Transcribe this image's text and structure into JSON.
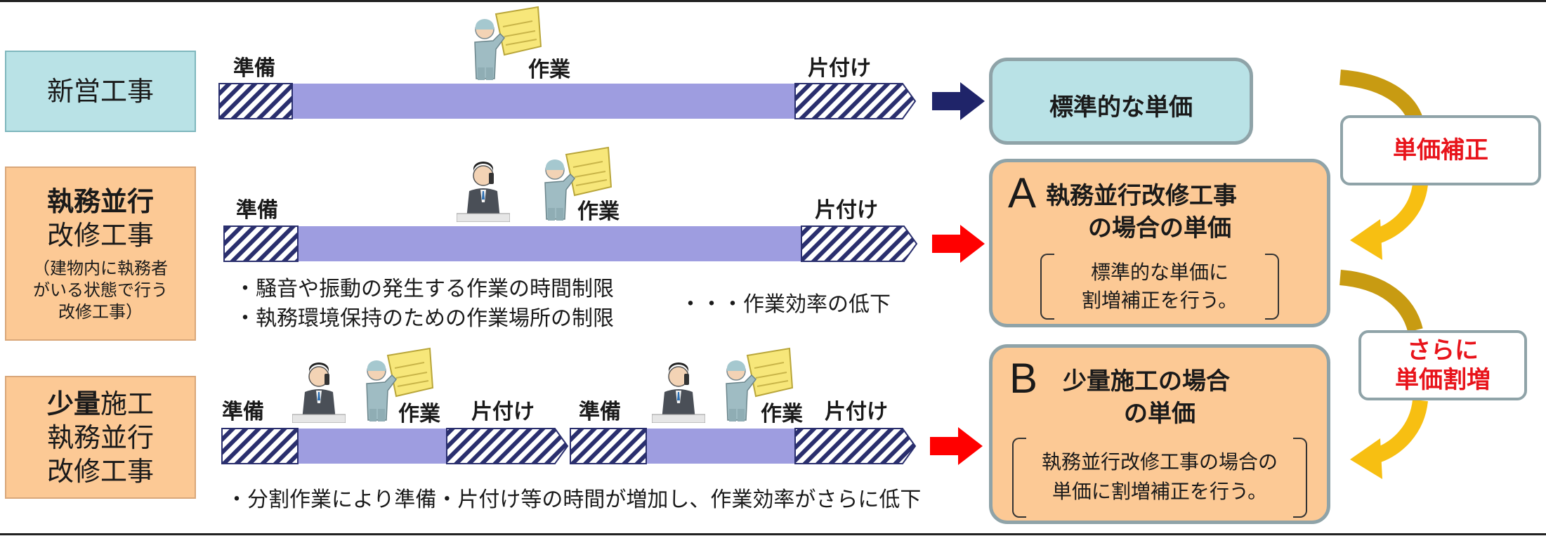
{
  "rows": [
    {
      "label_lines": [
        {
          "text": "新営工事",
          "bold": false
        }
      ],
      "phases": {
        "prep": "準備",
        "work": "作業",
        "cleanup": "片付け"
      },
      "result": {
        "letter": "",
        "title_lines": [
          "標準的な単価"
        ],
        "body_lines": []
      }
    },
    {
      "label_lines": [
        {
          "text": "執務並行",
          "bold": true
        },
        {
          "text": "改修工事",
          "bold": false
        }
      ],
      "label_note_lines": [
        "（建物内に執務者",
        "がいる状態で行う",
        "改修工事）"
      ],
      "phases": {
        "prep": "準備",
        "work": "作業",
        "cleanup": "片付け"
      },
      "notes": [
        "・騒音や振動の発生する作業の時間制限",
        "・執務環境保持のための作業場所の制限"
      ],
      "effect": "・・・作業効率の低下",
      "result": {
        "letter": "A",
        "title_lines": [
          "執務並行改修工事",
          "の場合の単価"
        ],
        "body_lines": [
          "標準的な単価に",
          "割増補正を行う。"
        ]
      }
    },
    {
      "label_lines": [
        {
          "bold_part": "少量",
          "rest": "施工"
        },
        {
          "text": "執務並行",
          "bold": false
        },
        {
          "text": "改修工事",
          "bold": false
        }
      ],
      "phases": {
        "prep": "準備",
        "work": "作業",
        "cleanup": "片付け"
      },
      "notes": [
        "・分割作業により準備・片付け等の時間が増加し、作業効率がさらに低下"
      ],
      "result": {
        "letter": "B",
        "title_lines": [
          "少量施工の場合",
          "の単価"
        ],
        "body_lines": [
          "執務並行改修工事の場合の",
          "単価に割増補正を行う。"
        ]
      }
    }
  ],
  "adjustments": [
    {
      "lines": [
        "単価補正"
      ]
    },
    {
      "lines": [
        "さらに",
        "単価割増"
      ]
    }
  ],
  "colors": {
    "bar": "#9e9de0",
    "hatch": "#2a2f6e",
    "arrow_navy": "#1f2469",
    "arrow_red": "#ff0000",
    "curve_dark": "#c89b12",
    "curve_light": "#f7bf12",
    "adjust_text": "#e8141b"
  },
  "icons": [
    "worker-posting-paper-icon",
    "office-worker-phone-icon"
  ]
}
